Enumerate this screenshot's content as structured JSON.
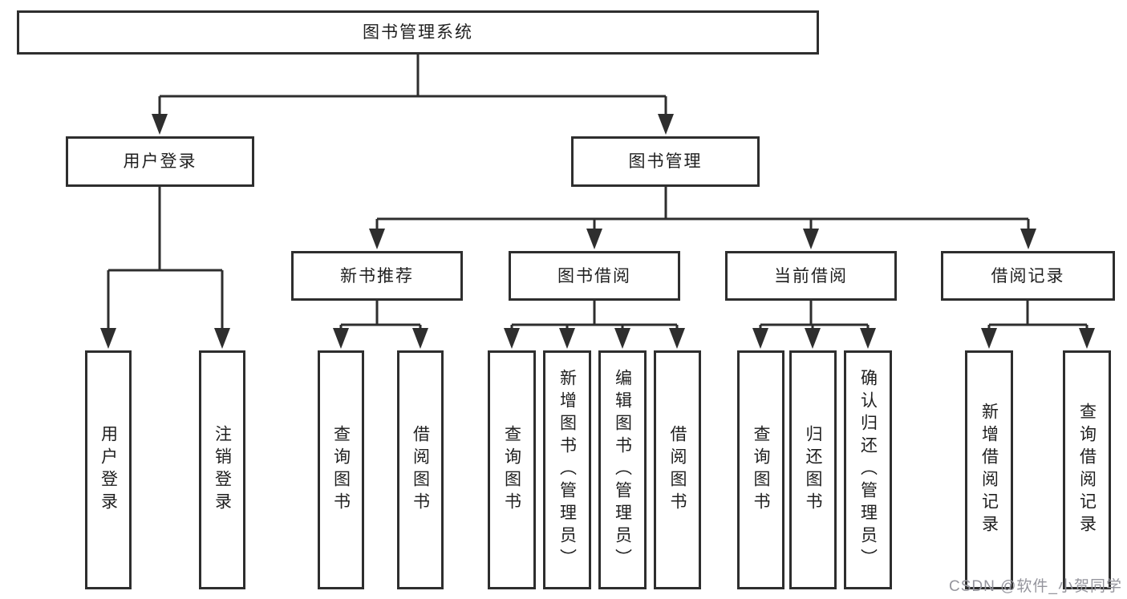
{
  "diagram": {
    "title": "图书管理系统",
    "level2": {
      "user_login": "用户登录",
      "book_mgmt": "图书管理"
    },
    "level3": {
      "new_book_rec": "新书推荐",
      "book_borrow": "图书借阅",
      "current_borrow": "当前借阅",
      "borrow_record": "借阅记录"
    },
    "leaves": {
      "user_login_leaf": "用户登录",
      "logout": "注销登录",
      "rec_query_book": "查询图书",
      "rec_borrow_book": "借阅图书",
      "bb_query_book": "查询图书",
      "bb_add_book": "新增图书（管理员）",
      "bb_edit_book": "编辑图书（管理员）",
      "bb_borrow_book": "借阅图书",
      "cb_query_book": "查询图书",
      "cb_return_book": "归还图书",
      "cb_confirm_return": "确认归还（管理员）",
      "br_add_record": "新增借阅记录",
      "br_query_record": "查询借阅记录"
    }
  },
  "watermark": {
    "text": "CSDN @软件_小贺同学"
  },
  "colors": {
    "line": "#2e2e2e",
    "box_border": "#2e2e2e",
    "text": "#1f1f1f",
    "watermark": "#95959d",
    "background": "#ffffff"
  }
}
